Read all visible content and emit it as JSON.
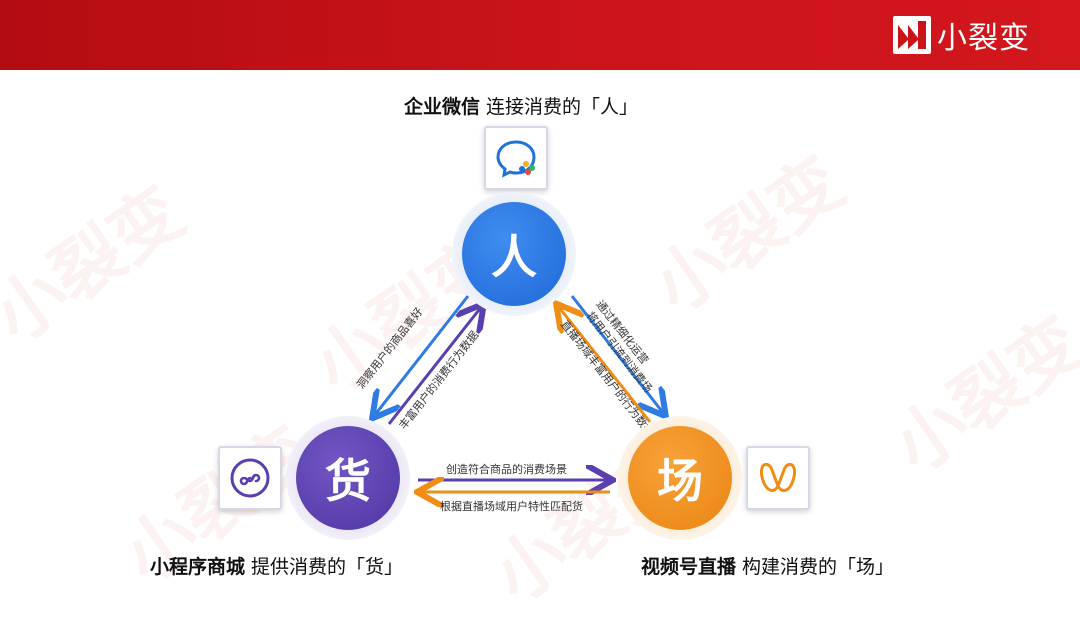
{
  "brand": {
    "name": "小裂变"
  },
  "nodes": {
    "top": {
      "char": "人",
      "title_bold": "企业微信",
      "title_rest": " 连接消费的「人」",
      "color": "#2574e0",
      "icon": "wecom-icon"
    },
    "left": {
      "char": "货",
      "title_bold": "小程序商城",
      "title_rest": " 提供消费的「货」",
      "color": "#5b3fb0",
      "icon": "mini-program-icon"
    },
    "right": {
      "char": "场",
      "title_bold": "视频号直播",
      "title_rest": " 构建消费的「场」",
      "color": "#ef8d14",
      "icon": "channels-icon"
    }
  },
  "edges": {
    "left_outer": "洞察用户的商品喜好",
    "left_inner": "丰富用户的消费行为数据",
    "right_outer": "通过精细化运营\n将用户引流到消费场",
    "right_inner": "直播场域丰富用户的行为数据",
    "bottom_top": "创造符合商品的消费场景",
    "bottom_bottom": "根据直播场域用户特性匹配货"
  }
}
